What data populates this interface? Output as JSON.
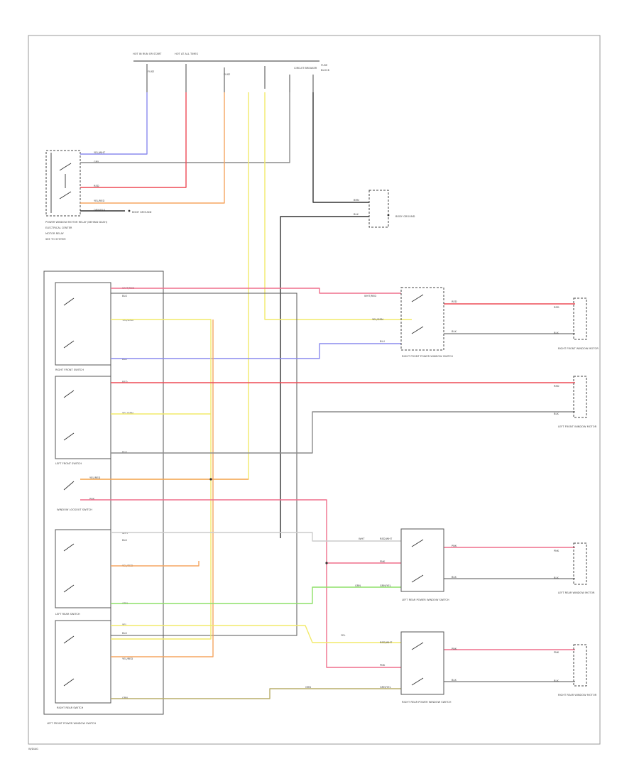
{
  "labels": {
    "top_ign": "HOT IN RUN OR START",
    "top_acc": "HOT AT ALL TIMES",
    "top_fuse1": "FUSE",
    "top_fuse2": "FUSE",
    "top_fuse3": "FUSE",
    "top_cb": "CIRCUIT BREAKER",
    "top_cb2": "BLOCK",
    "relay_title": "POWER WINDOW MOTOR RELAY (BEHIND DASH)",
    "relay_sub": "ELECTRICAL CENTER",
    "relay_sub2": "MOTOR RELAY",
    "relay_ref": "SEE TO SYSTEM",
    "ground": "BODY GROUND",
    "rf_switch": "RIGHT FRONT SWITCH",
    "lf_switch": "LEFT FRONT SWITCH",
    "lock_switch": "WINDOW LOCKOUT SWITCH",
    "lr_switch": "LEFT REAR SWITCH",
    "rr_switch": "RIGHT REAR SWITCH",
    "master_switch": "LEFT FRONT POWER WINDOW SWITCH",
    "rf_window_switch": "RIGHT FRONT POWER WINDOW SWITCH",
    "rf_motor": "RIGHT FRONT WINDOW MOTOR",
    "lf_motor": "LEFT FRONT WINDOW MOTOR",
    "lr_window_switch": "LEFT REAR POWER WINDOW SWITCH",
    "lr_motor": "LEFT REAR WINDOW MOTOR",
    "rr_window_switch": "RIGHT REAR POWER WINDOW SWITCH",
    "rr_motor": "RIGHT REAR WINDOW MOTOR",
    "footer": "W/DIAG"
  },
  "wire_colors": {
    "yel_wht": "YEL/WHT",
    "gry": "GRY",
    "red": "RED",
    "yel_red": "YEL/RED",
    "orn_blk": "ORN/BLK",
    "blk": "BLK",
    "wht_red": "WHT/RED",
    "yel_grn": "YEL/GRN",
    "blu": "BLU",
    "yel": "YEL",
    "org": "ORG",
    "pnk": "PNK",
    "grn": "GRN",
    "wht": "WHT",
    "brn": "BRN",
    "red_wht": "RED/WHT",
    "grn_yel": "GRN/YEL"
  },
  "colors": {
    "blue": "#8a8aee",
    "red": "#ee4a55",
    "pink": "#ef6f8c",
    "orange": "#f5a560",
    "yellow": "#f2ea6a",
    "gray": "#8c8c8c",
    "black": "#333333",
    "green": "#8ee068",
    "olive": "#b9ae6a"
  }
}
